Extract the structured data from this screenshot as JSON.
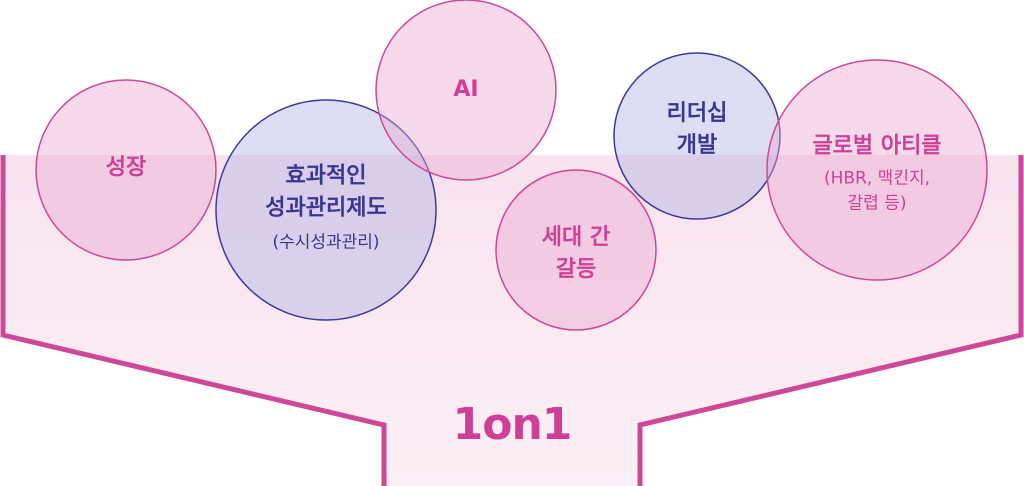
{
  "colors": {
    "pink": "#cf3f95",
    "blue": "#3b3593"
  },
  "bubbles": [
    {
      "lines": [
        "성장"
      ],
      "tone": "pink"
    },
    {
      "lines": [
        "효과적인",
        "성과관리제도"
      ],
      "sub": "(수시성과관리)",
      "tone": "blue"
    },
    {
      "lines": [
        "AI"
      ],
      "tone": "pink"
    },
    {
      "lines": [
        "세대 간",
        "갈등"
      ],
      "tone": "pink"
    },
    {
      "lines": [
        "리더십",
        "개발"
      ],
      "tone": "blue"
    },
    {
      "lines": [
        "글로벌 아티클"
      ],
      "sub": [
        "(HBR, 맥킨지,",
        "갈렵 등)"
      ],
      "tone": "pink"
    }
  ],
  "funnel": {
    "output_label": "1on1"
  }
}
